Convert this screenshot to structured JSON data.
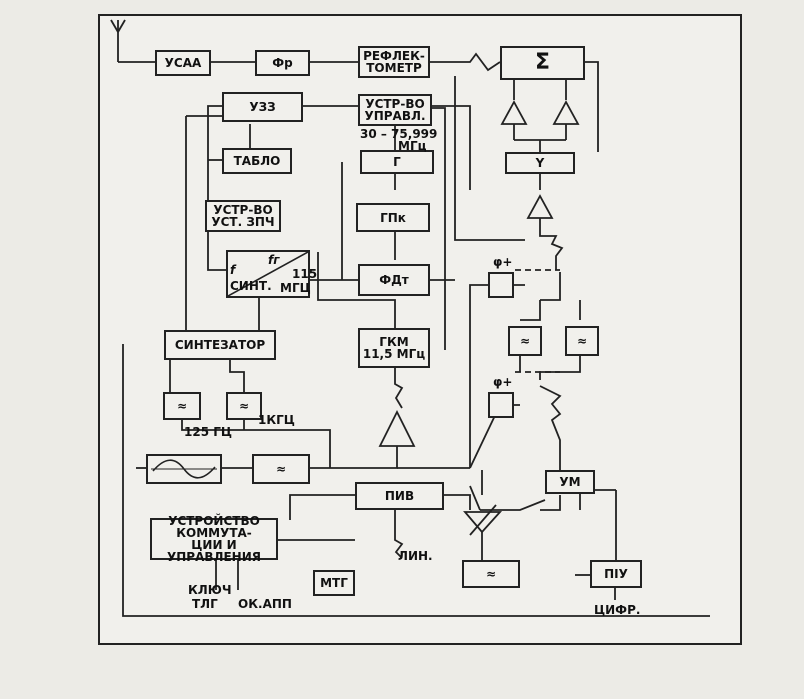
{
  "blocks": {
    "usaa": "УСАА",
    "fr": "Фр",
    "reflectometer_1": "РЕФЛЕК-",
    "reflectometer_2": "ТОМЕТР",
    "sum": "Σ",
    "uzz": "УЗЗ",
    "control_1": "УСТР-ВО",
    "control_2": "УПРАВЛ.",
    "freq_range_1": "30 – 75,999",
    "freq_range_2": "МГц",
    "tablo": "ТАБЛО",
    "g": "Г",
    "gpk": "ГПк",
    "fd": "ФДт",
    "zpch_1": "УСТР-ВО",
    "zpch_2": "УСТ. ЗПЧ",
    "synth_f": "f",
    "synth_fr": "fг",
    "synth_115": "115",
    "synth_label": "СИНТ.",
    "synth_mhz": "МГЦ",
    "synthesizer": "СИНТЕЗАТОР",
    "gkm_1": "ГКМ",
    "gkm_2": "11,5 МГц",
    "f125": "125 ГЦ",
    "f1k": "1КГЦ",
    "piv": "ПИВ",
    "ukiu_1": "УСТРОЙСТВО КОММУТА-",
    "ukiu_2": "ЦИИ И УПРАВЛЕНИЯ",
    "mtg": "МТГ",
    "lin": "ЛИН.",
    "key_1": "КЛЮЧ",
    "key_2": "ТЛГ",
    "okapp": "ОК.АПП",
    "um": "УМ",
    "piu": "ПIУ",
    "tsifr": "ЦИФР.",
    "phi_plus_1": "φ+",
    "phi_plus_2": "φ+"
  },
  "icons": [
    "antenna-icon",
    "amplifier-icon",
    "filter-icon",
    "sine-wave-icon",
    "attenuator-icon"
  ]
}
